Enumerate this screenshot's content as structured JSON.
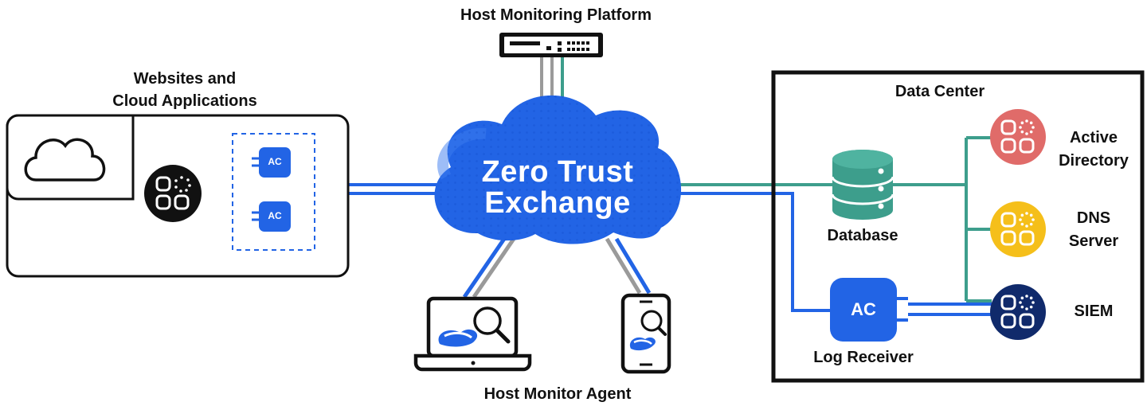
{
  "platform": {
    "label": "Host Monitoring Platform"
  },
  "websites": {
    "label_line1": "Websites and",
    "label_line2": "Cloud Applications"
  },
  "connectors": [
    {
      "label": "AC"
    },
    {
      "label": "AC"
    }
  ],
  "exchange": {
    "line1": "Zero Trust",
    "line2": "Exchange"
  },
  "agent": {
    "label": "Host Monitor Agent"
  },
  "datacenter": {
    "title": "Data Center",
    "database": "Database",
    "log_receiver": {
      "badge": "AC",
      "label": "Log Receiver"
    },
    "services": [
      {
        "line1": "Active",
        "line2": "Directory",
        "color": "#e06b69"
      },
      {
        "line1": "DNS",
        "line2": "Server",
        "color": "#f5bf1a"
      },
      {
        "line1": "SIEM",
        "line2": "",
        "color": "#102a6b"
      }
    ]
  },
  "colors": {
    "blue": "#2264e5",
    "teal": "#3d9e8c",
    "gray": "#9a9a9a",
    "dark": "#111111"
  }
}
